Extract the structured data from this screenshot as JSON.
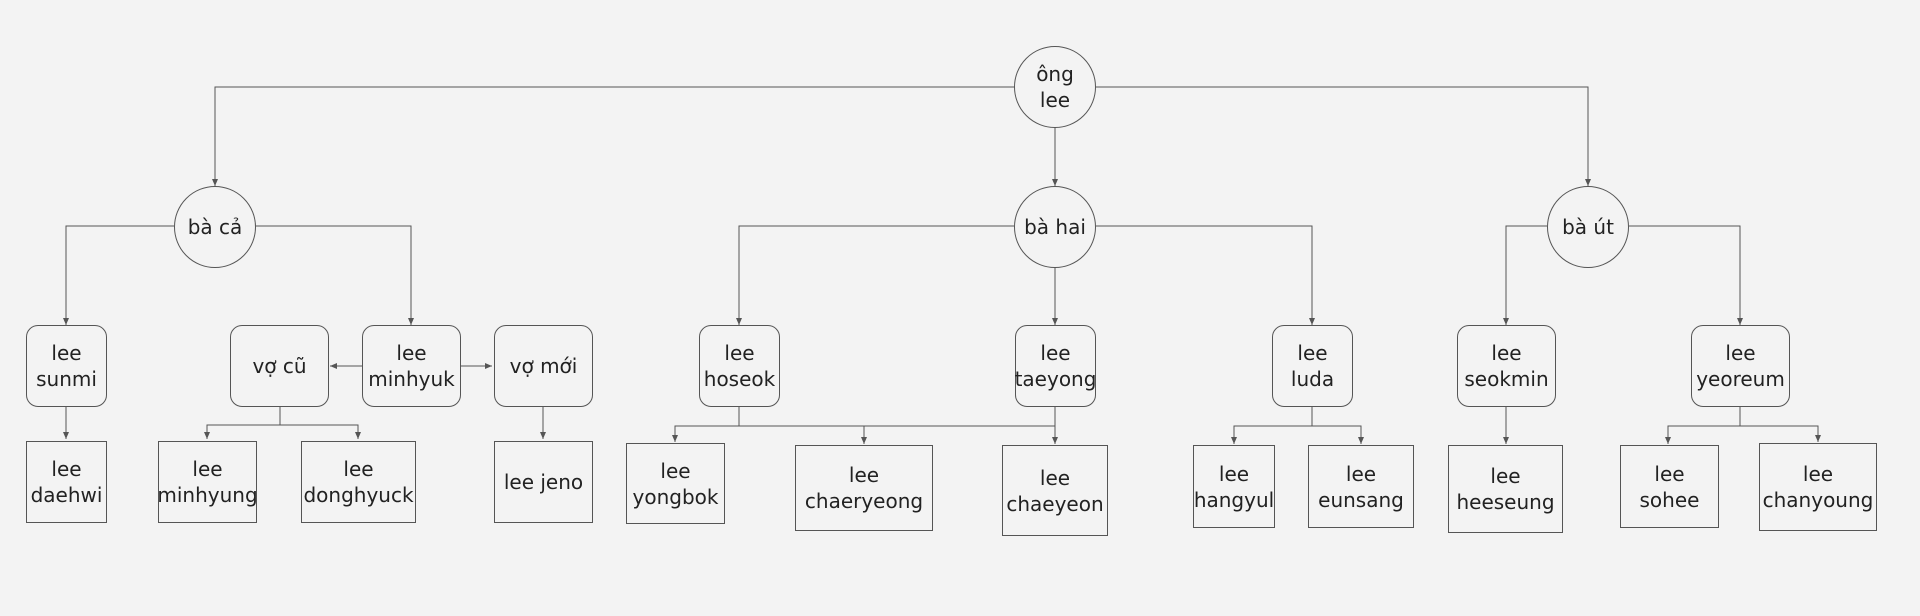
{
  "diagram": {
    "nodes": {
      "ong_lee": "ông\nlee",
      "ba_ca": "bà cả",
      "ba_hai": "bà hai",
      "ba_ut": "bà út",
      "lee_sunmi": "lee\nsunmi",
      "vo_cu": "vợ cũ",
      "lee_minhyuk": "lee\nminhyuk",
      "vo_moi": "vợ mới",
      "lee_hoseok": "lee\nhoseok",
      "lee_taeyong": "lee\ntaeyong",
      "lee_luda": "lee luda",
      "lee_seokmin": "lee\nseokmin",
      "lee_yeoreum": "lee\nyeoreum",
      "lee_daehwi": "lee\ndaehwi",
      "lee_minhyung": "lee\nminhyung",
      "lee_donghyuck": "lee\ndonghyuck",
      "lee_jeno": "lee jeno",
      "lee_yongbok": "lee\nyongbok",
      "lee_chaeryeong": "lee\nchaeryeong",
      "lee_chaeyeon": "lee\nchaeyeon",
      "lee_hangyul": "lee\nhangyul",
      "lee_eunsang": "lee\neunsang",
      "lee_heeseung": "lee\nheeseung",
      "lee_sohee": "lee sohee",
      "lee_chanyoung": "lee\nchanyoung"
    },
    "colors": {
      "background": "#f3f3f3",
      "line": "#555555",
      "text": "#222222"
    }
  }
}
